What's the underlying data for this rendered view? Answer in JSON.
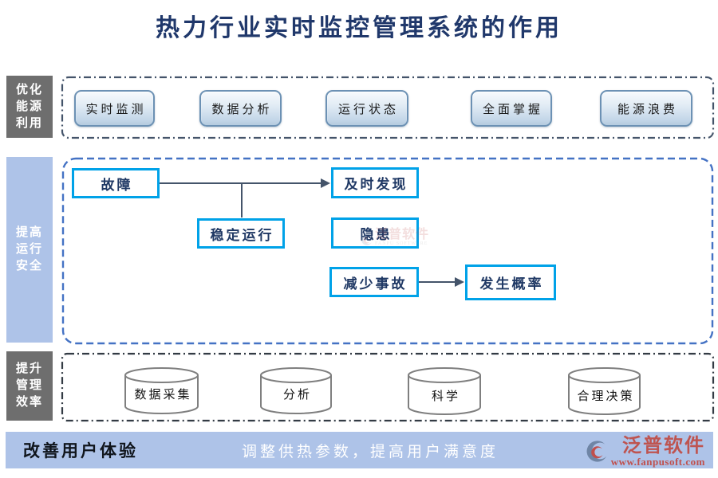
{
  "title": "热力行业实时监控管理系统的作用",
  "colors": {
    "title_text": "#20386B",
    "section_border_dark": "#44546A",
    "section_border_blue": "#4472C4",
    "flow_box_border": "#00A2E8",
    "flow_box_text": "#1F3864",
    "sidebar_gray": "#6E6E6E",
    "sidebar_blue": "#AEC3E8",
    "footer_bg": "#AEC3E8",
    "arrow": "#44546A",
    "cylinder_stroke": "#7F7F7F",
    "logo_red": "#BE5450"
  },
  "sidebar": {
    "items": [
      {
        "label": "优化\n能源\n利用"
      },
      {
        "label": "提高\n运行\n安全"
      },
      {
        "label": "提升\n管理\n效率"
      }
    ]
  },
  "top_section": {
    "buttons": [
      {
        "label": "实时监测"
      },
      {
        "label": "数据分析"
      },
      {
        "label": "运行状态"
      },
      {
        "label": "全面掌握"
      },
      {
        "label": "能源浪费"
      }
    ]
  },
  "middle_section": {
    "boxes": [
      {
        "label": "故障"
      },
      {
        "label": "及时发现"
      },
      {
        "label": "稳定运行"
      },
      {
        "label": "隐患"
      },
      {
        "label": "减少事故"
      },
      {
        "label": "发生概率"
      }
    ],
    "watermark": {
      "text": "泛普软件",
      "subtext": "FANPU SOFTWARE"
    }
  },
  "bottom_section": {
    "cylinders": [
      {
        "label": "数据采集"
      },
      {
        "label": "分析"
      },
      {
        "label": "科学"
      },
      {
        "label": "合理决策"
      }
    ]
  },
  "footer": {
    "left_label": "改善用户体验",
    "message": "调整供热参数，提高用户满意度",
    "logo_text": "泛普软件",
    "logo_url": "www.fanpusoft.com"
  }
}
